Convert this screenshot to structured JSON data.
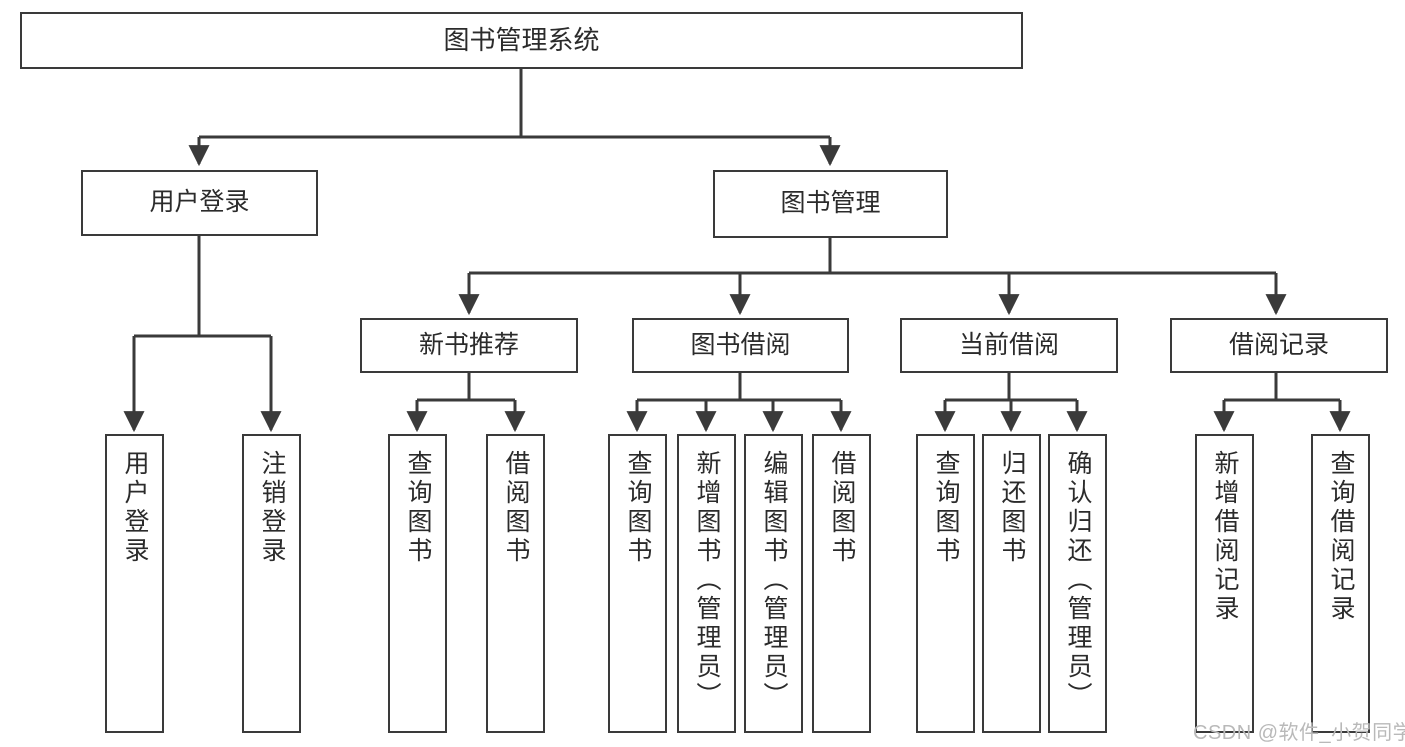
{
  "diagram": {
    "type": "tree",
    "title": "图书管理系统",
    "orientation": "top-down",
    "levels": 4,
    "root": {
      "id": "root",
      "label": "图书管理系统",
      "children": [
        {
          "id": "user-login",
          "label": "用户登录",
          "children": [
            {
              "id": "user-login-do",
              "label": "用户登录"
            },
            {
              "id": "user-logout",
              "label": "注销登录"
            }
          ]
        },
        {
          "id": "book-manage",
          "label": "图书管理",
          "children": [
            {
              "id": "new-book-rec",
              "label": "新书推荐",
              "children": [
                {
                  "id": "nbr-query-book",
                  "label": "查询图书"
                },
                {
                  "id": "nbr-borrow-book",
                  "label": "借阅图书"
                }
              ]
            },
            {
              "id": "book-borrow",
              "label": "图书借阅",
              "children": [
                {
                  "id": "bb-query-book",
                  "label": "查询图书"
                },
                {
                  "id": "bb-add-book",
                  "label": "新增图书（管理员）"
                },
                {
                  "id": "bb-edit-book",
                  "label": "编辑图书（管理员）"
                },
                {
                  "id": "bb-borrow-book",
                  "label": "借阅图书"
                }
              ]
            },
            {
              "id": "current-borrow",
              "label": "当前借阅",
              "children": [
                {
                  "id": "cb-query-book",
                  "label": "查询图书"
                },
                {
                  "id": "cb-return-book",
                  "label": "归还图书"
                },
                {
                  "id": "cb-confirm-return",
                  "label": "确认归还（管理员）"
                }
              ]
            },
            {
              "id": "borrow-record",
              "label": "借阅记录",
              "children": [
                {
                  "id": "br-add-record",
                  "label": "新增借阅记录"
                },
                {
                  "id": "br-query-record",
                  "label": "查询借阅记录"
                }
              ]
            }
          ]
        }
      ]
    }
  },
  "nodes": {
    "root": {
      "label": "图书管理系统"
    },
    "user_login": {
      "label": "用户登录"
    },
    "book_manage": {
      "label": "图书管理"
    },
    "new_book_rec": {
      "label": "新书推荐"
    },
    "book_borrow": {
      "label": "图书借阅"
    },
    "current_borrow": {
      "label": "当前借阅"
    },
    "borrow_record": {
      "label": "借阅记录"
    },
    "leaf_user_login": {
      "label": "用户登录"
    },
    "leaf_user_logout": {
      "label": "注销登录"
    },
    "leaf_nbr_query": {
      "label": "查询图书"
    },
    "leaf_nbr_borrow": {
      "label": "借阅图书"
    },
    "leaf_bb_query": {
      "label": "查询图书"
    },
    "leaf_bb_add": {
      "label": "新增图书（管理员）"
    },
    "leaf_bb_edit": {
      "label": "编辑图书（管理员）"
    },
    "leaf_bb_borrow": {
      "label": "借阅图书"
    },
    "leaf_cb_query": {
      "label": "查询图书"
    },
    "leaf_cb_return": {
      "label": "归还图书"
    },
    "leaf_cb_confirm": {
      "label": "确认归还（管理员）"
    },
    "leaf_br_add": {
      "label": "新增借阅记录"
    },
    "leaf_br_query": {
      "label": "查询借阅记录"
    }
  },
  "watermark": {
    "text": "CSDN @软件_小贺同学"
  },
  "colors": {
    "stroke": "#3a3a3a",
    "text": "#2b2b2b",
    "background": "#ffffff",
    "watermark": "#b9b9b9"
  }
}
